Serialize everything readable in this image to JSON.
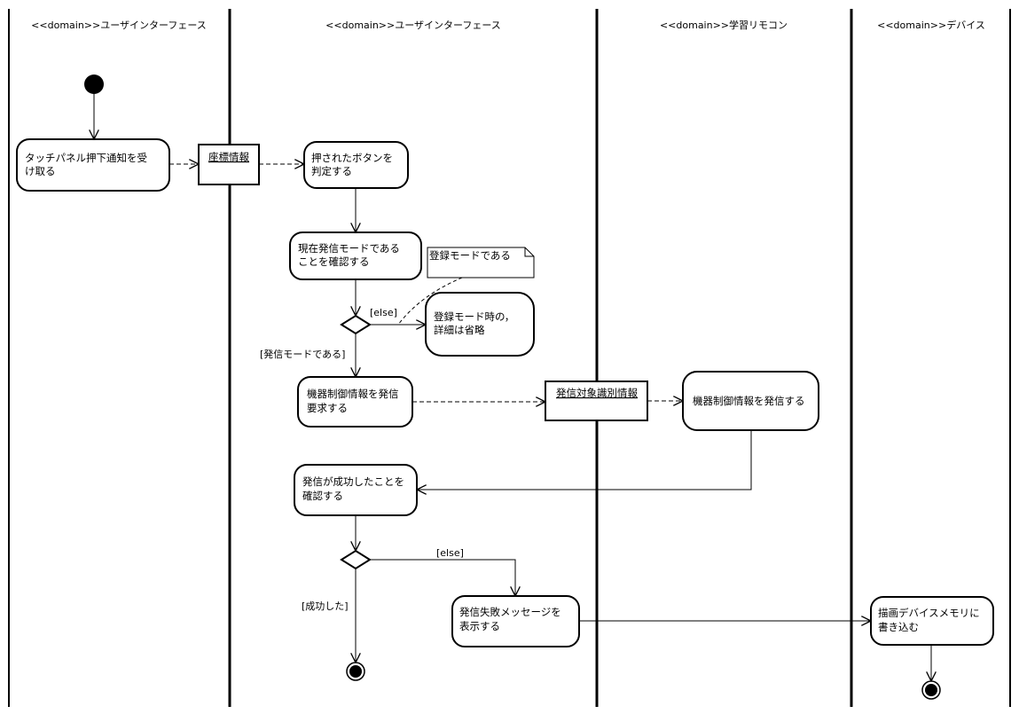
{
  "lanes": [
    {
      "id": "lane1",
      "title": "<<domain>>ユーザインターフェース"
    },
    {
      "id": "lane2",
      "title": "<<domain>>ユーザインターフェース"
    },
    {
      "id": "lane3",
      "title": "<<domain>>学習リモコン"
    },
    {
      "id": "lane4",
      "title": "<<domain>>デバイス"
    }
  ],
  "actions": {
    "receive_touch": [
      "タッチパネル押下通知を受",
      "け取る"
    ],
    "judge_button": [
      "押されたボタンを",
      "判定する"
    ],
    "confirm_mode": [
      "現在発信モードである",
      "ことを確認する"
    ],
    "register_mode": [
      "登録モード時の，",
      "詳細は省略"
    ],
    "request_send": [
      "機器制御情報を発信",
      "要求する"
    ],
    "send_info": [
      "機器制御情報を発信する"
    ],
    "confirm_success": [
      "発信が成功したことを",
      "確認する"
    ],
    "show_failure": [
      "発信失敗メッセージを",
      "表示する"
    ],
    "write_memory": [
      "描画デバイスメモリに",
      "書き込む"
    ]
  },
  "objects": {
    "coordinates": "座標情報",
    "target_id": "発信対象識別情報"
  },
  "note": "登録モードである",
  "guards": {
    "else_1": "[else]",
    "send_mode": "[発信モードである]",
    "else_2": "[else]",
    "succeeded": "[成功した]"
  }
}
